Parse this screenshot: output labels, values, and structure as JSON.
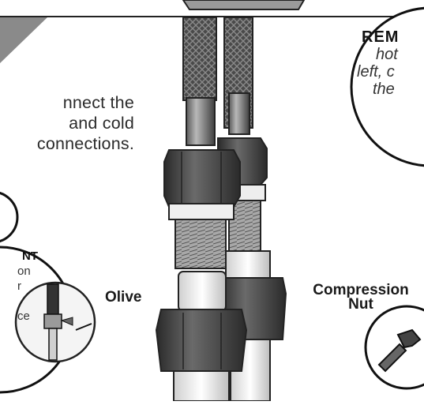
{
  "instructions": {
    "lines": [
      "nnect the",
      "and cold",
      "connections."
    ]
  },
  "labels": {
    "olive": "Olive",
    "compression_nut": [
      "Compression",
      "Nut"
    ]
  },
  "reminder_callout": {
    "title": "REM",
    "lines": [
      "hot",
      "left, c",
      "the"
    ]
  },
  "important_callout": {
    "title": "NT",
    "lines": [
      "on",
      "r",
      "",
      "ce"
    ]
  },
  "icons": [
    "tap-connection-icon",
    "spanner-icon"
  ],
  "colors": {
    "line": "#222222",
    "metal_dark": "#3a3a3a",
    "metal_mid": "#8c8c8c",
    "metal_light": "#d9d9d9",
    "banner_grey": "#8a8a8a"
  }
}
